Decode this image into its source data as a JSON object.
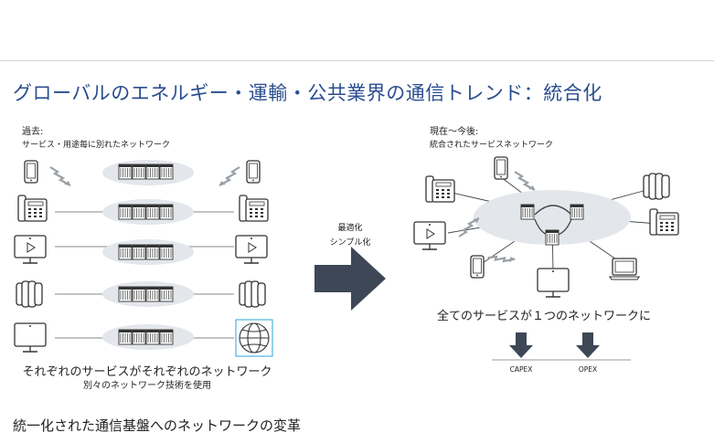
{
  "slide": {
    "title": "グローバルのエネルギー・運輸・公共業界の通信トレンド：統合化",
    "footer": "統一化された通信基盤へのネットワークの変革"
  },
  "left": {
    "heading": "過去:",
    "subheading": "サービス・用途毎に別れたネットワーク",
    "caption_line1": "それぞれのサービスがそれぞれのネットワーク",
    "caption_line2": "別々のネットワーク技術を使用"
  },
  "middle": {
    "line1": "最適化",
    "line2": "シンプル化"
  },
  "right": {
    "heading": "現在〜今後:",
    "subheading": "統合されたサービスネットワーク",
    "caption": "全てのサービスが１つのネットワークに",
    "capex": "CAPEX",
    "opex": "OPEX"
  },
  "colors": {
    "title": "#2a4d8f",
    "arrow": "#3d4756",
    "cloud": "#e3e6ea",
    "line": "#555555"
  },
  "icons": {
    "left_rows": [
      "mobile-phone-icon",
      "desk-phone-icon",
      "video-monitor-icon",
      "server-rack-icon",
      "monitor-icon"
    ],
    "right_row_end": [
      "mobile-phone-icon",
      "desk-phone-icon",
      "video-monitor-icon",
      "server-rack-icon",
      "globe-icon"
    ]
  }
}
